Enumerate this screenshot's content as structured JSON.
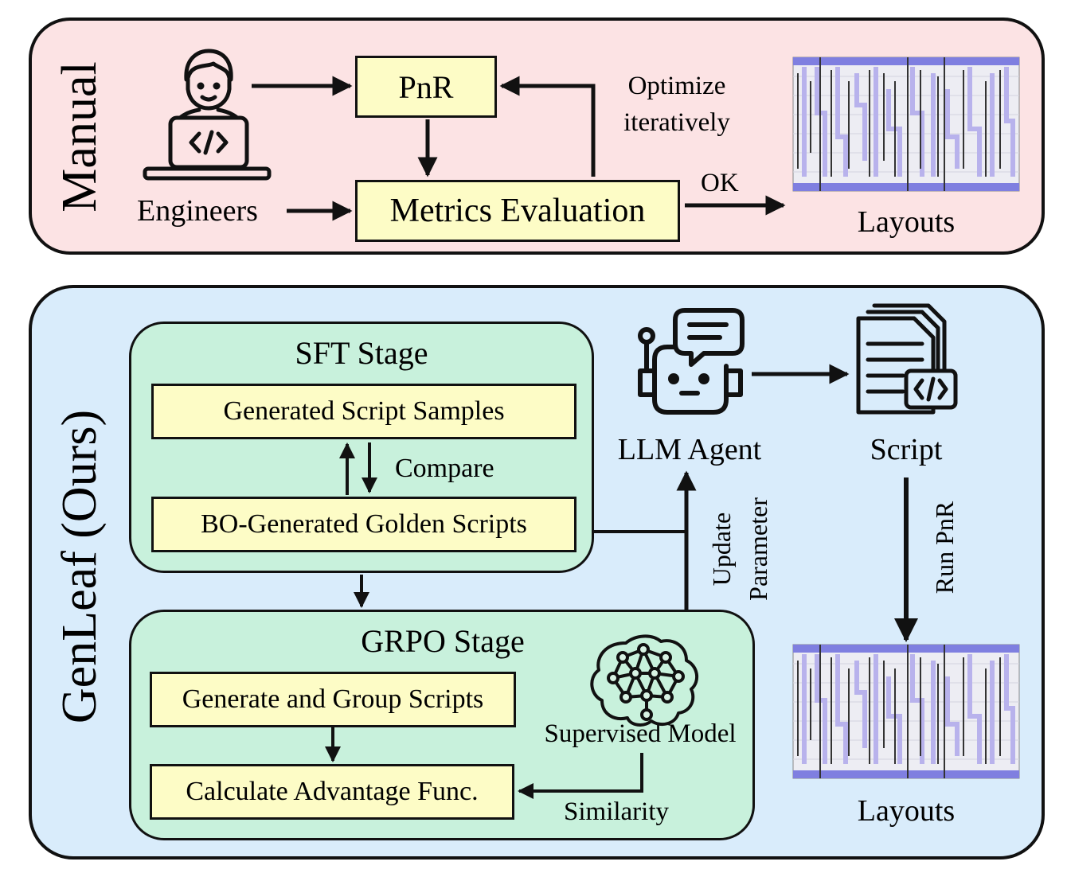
{
  "manual": {
    "side_label": "Manual",
    "engineers_label": "Engineers",
    "pnr_label": "PnR",
    "metrics_label": "Metrics Evaluation",
    "optimize_label_line1": "Optimize",
    "optimize_label_line2": "iteratively",
    "ok_label": "OK",
    "layouts_label": "Layouts"
  },
  "genleaf": {
    "side_label": "GenLeaf (Ours)",
    "sft": {
      "title": "SFT Stage",
      "generated_label": "Generated Script Samples",
      "compare_label": "Compare",
      "golden_label": "BO-Generated Golden Scripts"
    },
    "grpo": {
      "title": "GRPO Stage",
      "generate_group_label": "Generate and Group Scripts",
      "advantage_label": "Calculate Advantage Func.",
      "supervised_model_label": "Supervised Model",
      "similarity_label": "Similarity"
    },
    "agent_label": "LLM Agent",
    "script_label": "Script",
    "update_label_line1": "Update",
    "update_label_line2": "Parameter",
    "run_pnr_label": "Run PnR",
    "layouts_label": "Layouts"
  },
  "colors": {
    "manual_bg": "#fce3e4",
    "genleaf_bg": "#d9ecfb",
    "stage_bg": "#c8f1dc",
    "box_bg": "#fdfcc6",
    "layout_rail": "#7f7fe0",
    "layout_wire": "#b8b2ec"
  },
  "icons": [
    "engineer-laptop-icon",
    "robot-chat-icon",
    "script-document-icon",
    "neural-brain-icon",
    "layout-thumbnail-icon"
  ]
}
